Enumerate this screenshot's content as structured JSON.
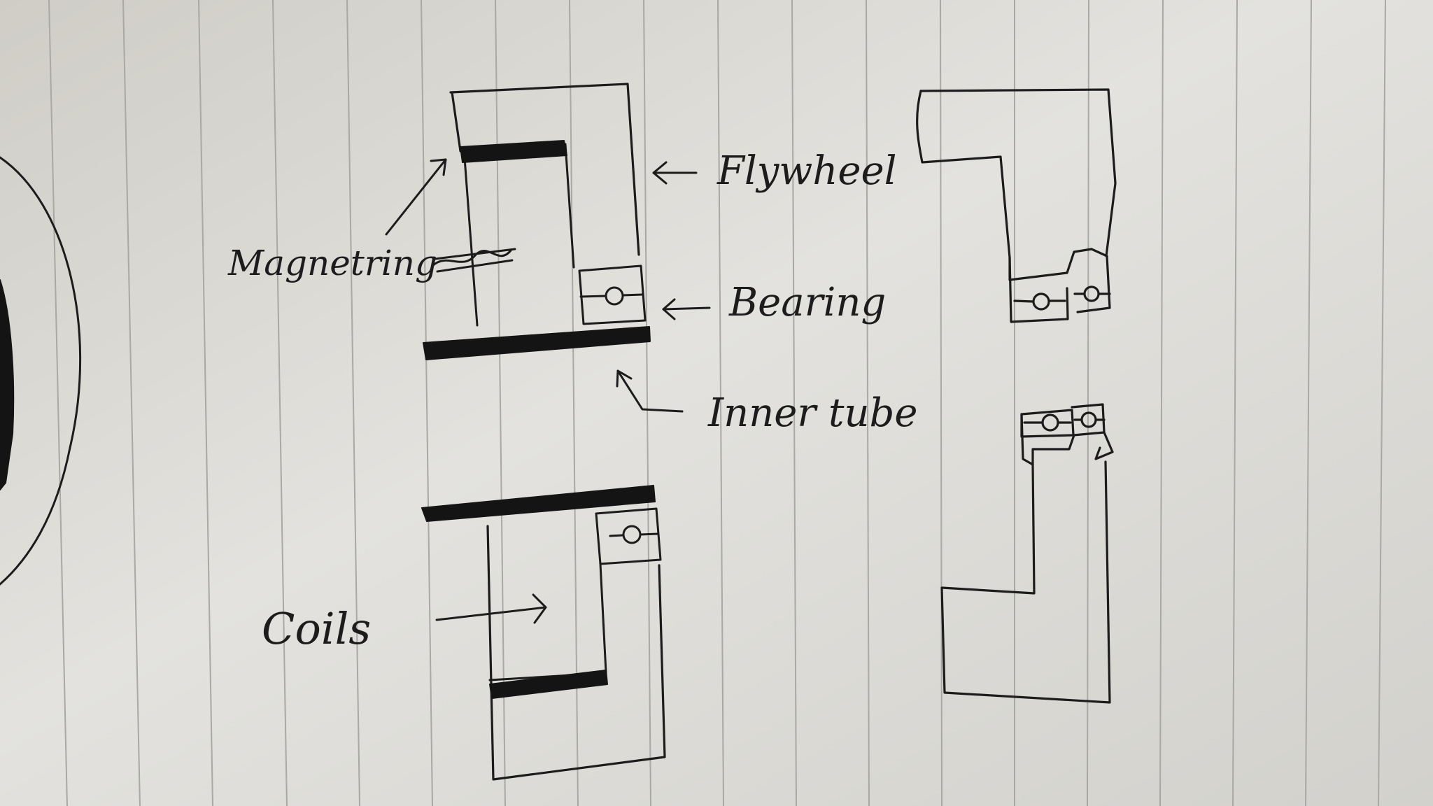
{
  "diagram": {
    "labels": {
      "flywheel": "Flywheel",
      "magnet_ring": "Magnetring",
      "bearing": "Bearing",
      "inner_tube": "Inner tube",
      "coils": "Coils"
    }
  }
}
